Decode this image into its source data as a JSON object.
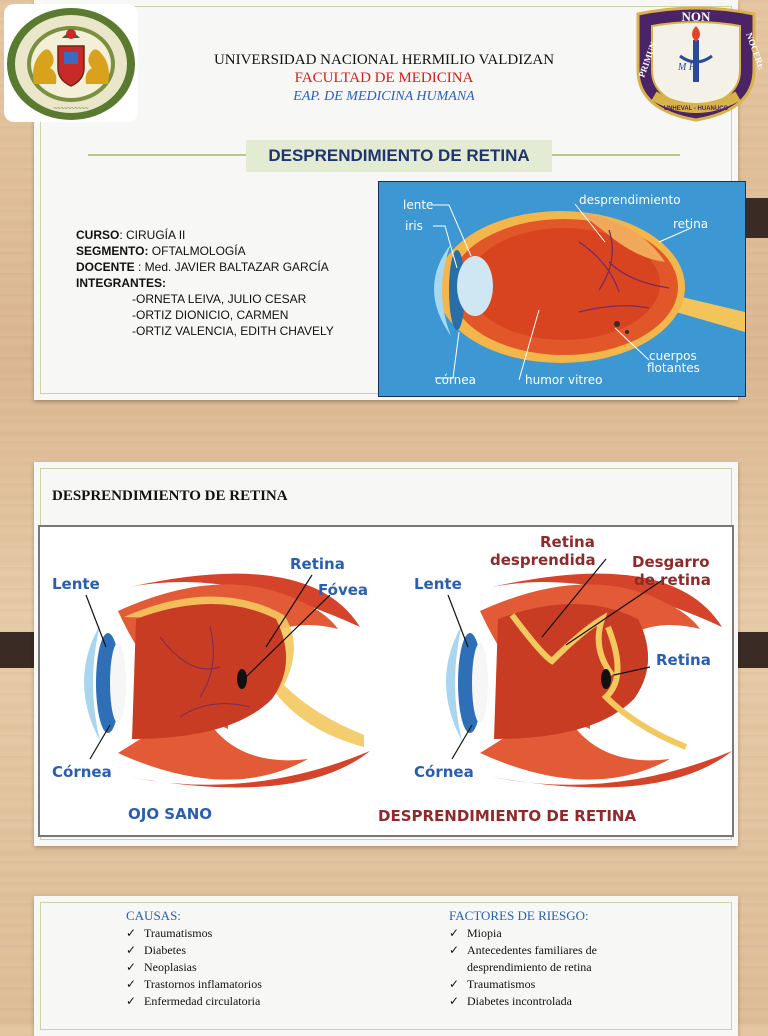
{
  "header": {
    "university": "UNIVERSIDAD NACIONAL HERMILIO VALDIZAN",
    "faculty": "FACULTAD DE MEDICINA",
    "school": "EAP. DE MEDICINA HUMANA",
    "right_seal": {
      "top_text": "NON",
      "left_text": "PRIMUN",
      "right_text": "NOCERE",
      "bottom_text": "UNHEVAL - HUANUCO",
      "letters": "M H"
    }
  },
  "slide1": {
    "title": "DESPRENDIMIENTO DE RETINA",
    "info": {
      "curso_label": "CURSO",
      "curso_value": ": CIRUGÍA II",
      "segmento_label": "SEGMENTO:",
      "segmento_value": " OFTALMOLOGÍA",
      "docente_label": "DOCENTE",
      "docente_value": " : Med. JAVIER BALTAZAR GARCÍA",
      "integrantes_label": "INTEGRANTES:",
      "members": [
        "-ORNETA LEIVA, JULIO CESAR",
        "-ORTIZ DIONICIO, CARMEN",
        "-ORTIZ VALENCIA, EDITH CHAVELY"
      ]
    },
    "diagram_labels": {
      "lente": "lente",
      "iris": "iris",
      "desprendimiento": "desprendimiento",
      "retina": "retina",
      "cuerpos": "cuerpos",
      "flotantes": "flotantes",
      "cornea": "córnea",
      "humor": "humor vitreo"
    },
    "colors": {
      "diagram_bg": "#3c97d3",
      "title_bg": "#e3ecd2"
    }
  },
  "slide2": {
    "title": "DESPRENDIMIENTO DE RETINA",
    "healthy": {
      "lente": "Lente",
      "retina": "Retina",
      "fovea": "Fóvea",
      "cornea": "Córnea",
      "caption": "OJO SANO"
    },
    "detached": {
      "retina_desp_1": "Retina",
      "retina_desp_2": "desprendida",
      "desgarro_1": "Desgarro",
      "desgarro_2": "de retina",
      "lente": "Lente",
      "retina": "Retina",
      "cornea": "Córnea",
      "caption": "DESPRENDIMIENTO DE RETINA"
    }
  },
  "slide3": {
    "causas": {
      "heading": "CAUSAS:",
      "items": [
        "Traumatismos",
        "Diabetes",
        "Neoplasias",
        "Trastornos inflamatorios",
        "Enfermedad circulatoria"
      ]
    },
    "factores": {
      "heading": "FACTORES DE RIESGO:",
      "items": [
        "Miopia",
        "Antecedentes familiares de desprendimiento de retina",
        "Traumatismos",
        "Diabetes incontrolada"
      ]
    },
    "check_glyph": "✓"
  }
}
